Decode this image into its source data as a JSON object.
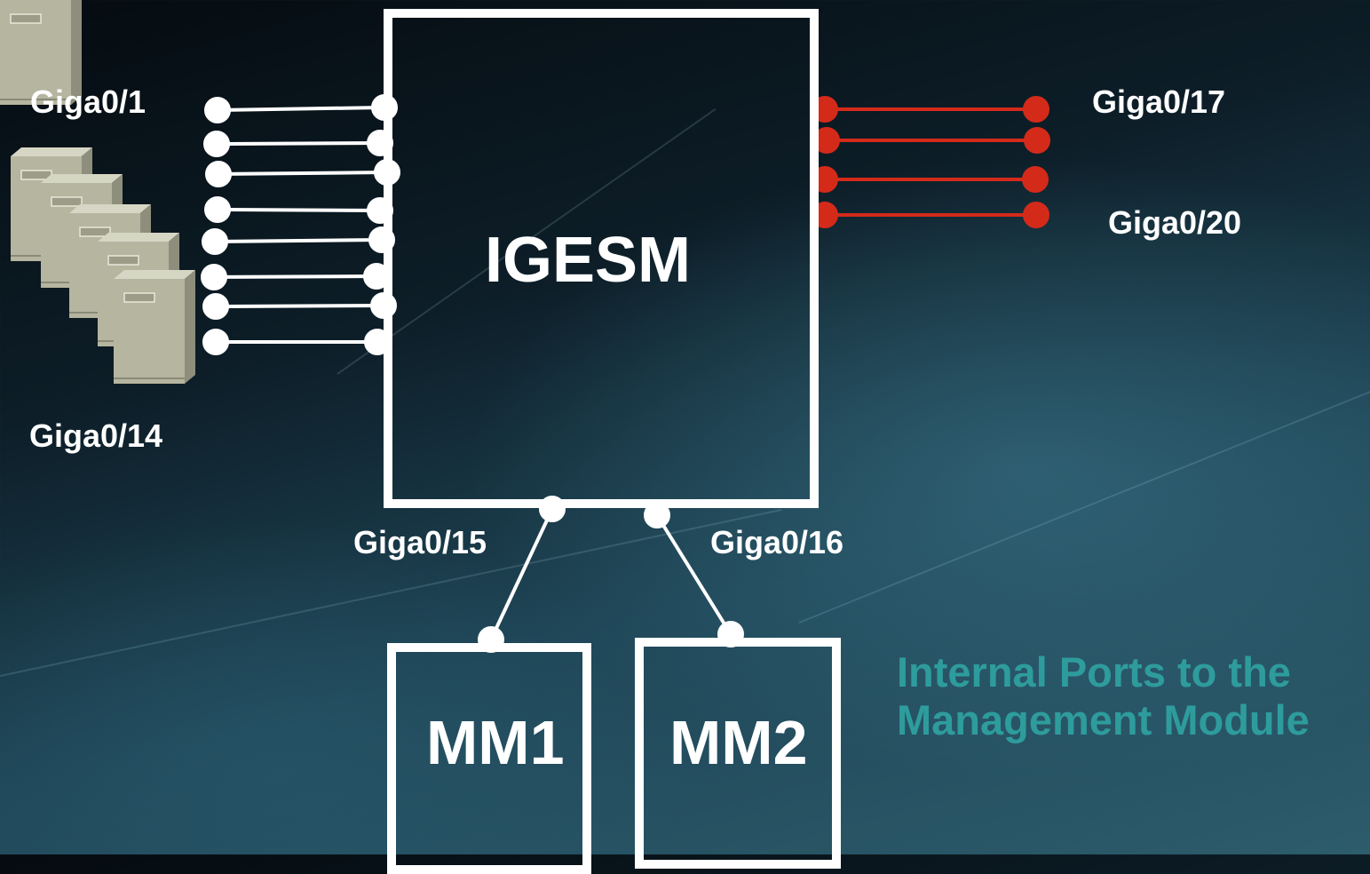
{
  "switch": {
    "label": "IGESM"
  },
  "modules": [
    {
      "label": "MM1"
    },
    {
      "label": "MM2"
    }
  ],
  "ports": {
    "internal_first": "Giga0/1",
    "internal_last": "Giga0/14",
    "mm1_port": "Giga0/15",
    "mm2_port": "Giga0/16",
    "external_first": "Giga0/17",
    "external_last": "Giga0/20"
  },
  "note": {
    "line1": "Internal Ports to the",
    "line2": "Management Module"
  },
  "colors": {
    "internal_link": "#ffffff",
    "external_link": "#d42a1a",
    "note_text": "#2e9c9c",
    "server": "#b5b5a0"
  },
  "icons": [
    "server-icon"
  ]
}
